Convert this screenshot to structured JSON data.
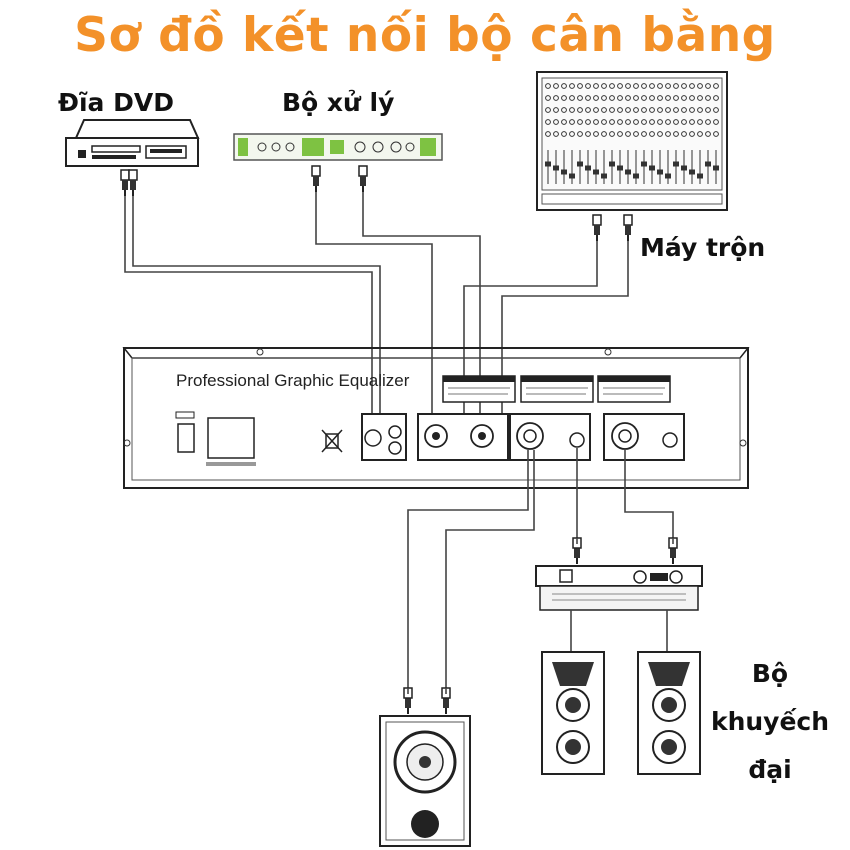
{
  "title": "Sơ đồ kết nối bộ cân bằng",
  "labels": {
    "dvd": "Đĩa DVD",
    "processor": "Bộ xử lý",
    "mixer": "Máy trộn",
    "amplifier": "Bộ khuyếch đại"
  },
  "equalizer": {
    "panel_text": "Professional Graphic Equalizer"
  },
  "colors": {
    "title": "#f39129",
    "line": "#333333",
    "processor_green": "#7ec242"
  }
}
